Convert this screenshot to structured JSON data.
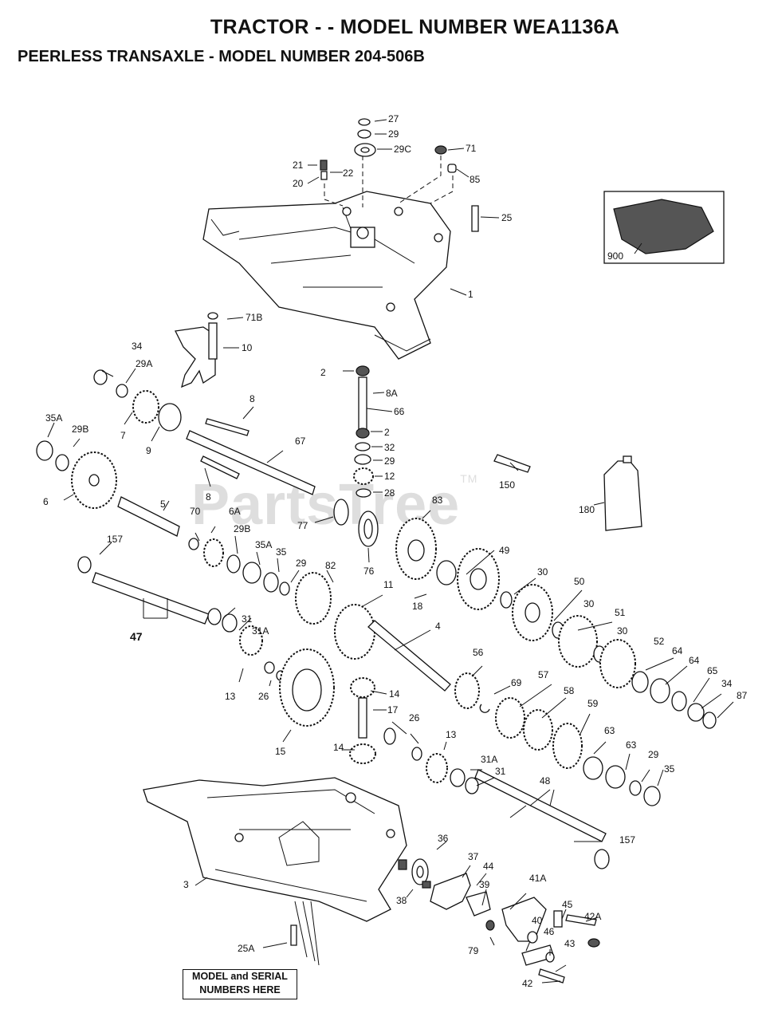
{
  "title": "TRACTOR - - MODEL NUMBER WEA1136A",
  "subtitle": "PEERLESS TRANSAXLE - MODEL NUMBER 204-506B",
  "watermark": "PartsTree",
  "watermark_tm": "TM",
  "model_box": {
    "line1": "MODEL and SERIAL",
    "line2": "NUMBERS HERE"
  },
  "callouts": {
    "c27": "27",
    "c29a": "29",
    "c29c": "29C",
    "c71": "71",
    "c85": "85",
    "c21": "21",
    "c22": "22",
    "c20": "20",
    "c25": "25",
    "c900": "900",
    "c1": "1",
    "c71b": "71B",
    "c10": "10",
    "c34a": "34",
    "c29aa": "29A",
    "c2a": "2",
    "c8a": "8A",
    "c66": "66",
    "c2b": "2",
    "c32": "32",
    "c29b": "29",
    "c12": "12",
    "c28": "28",
    "c8b": "8",
    "c67": "67",
    "c7": "7",
    "c9": "9",
    "c35a": "35A",
    "c29ba": "29B",
    "c6": "6",
    "c8c": "8",
    "c5": "5",
    "c150": "150",
    "c180": "180",
    "c77": "77",
    "c76": "76",
    "c83a": "83",
    "c70": "70",
    "c6a": "6A",
    "c29bb": "29B",
    "c35aa": "35A",
    "c35b": "35",
    "c29c2": "29",
    "c82": "82",
    "c157a": "157",
    "c49": "49",
    "c30a": "30",
    "c50": "50",
    "c18": "18",
    "c11": "11",
    "c30b": "30",
    "c51": "51",
    "c30c": "30",
    "c52": "52",
    "c47": "47",
    "c31a": "31",
    "c31aa": "31A",
    "c4": "4",
    "c64a": "64",
    "c64b": "64",
    "c65": "65",
    "c34b": "34",
    "c87": "87",
    "c56": "56",
    "c13a": "13",
    "c26a": "26",
    "c14a": "14",
    "c69": "69",
    "c57": "57",
    "c17": "17",
    "c58": "58",
    "c59": "59",
    "c26b": "26",
    "c15": "15",
    "c14b": "14",
    "c13b": "13",
    "c63a": "63",
    "c63b": "63",
    "c29d": "29",
    "c35c": "35",
    "c31ab": "31A",
    "c31b": "31",
    "c48": "48",
    "c36": "36",
    "c157b": "157",
    "c3": "3",
    "c37": "37",
    "c44": "44",
    "c41a": "41A",
    "c39": "39",
    "c45": "45",
    "c42a": "42A",
    "c38": "38",
    "c40": "40",
    "c46": "46",
    "c79": "79",
    "c43": "43",
    "c25a": "25A",
    "c42": "42"
  }
}
